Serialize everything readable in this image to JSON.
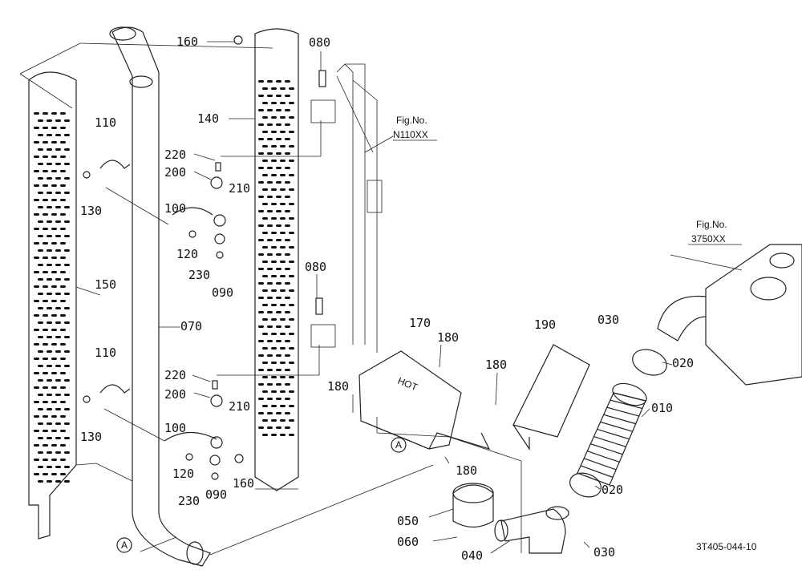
{
  "labels": {
    "p160a": "160",
    "p080a": "080",
    "p110a": "110",
    "p140": "140",
    "p220a": "220",
    "p200a": "200",
    "p210a": "210",
    "p130a": "130",
    "p100a": "100",
    "p120a": "120",
    "p230a": "230",
    "p090a": "090",
    "p150": "150",
    "p070": "070",
    "p080b": "080",
    "p170": "170",
    "p180a": "180",
    "p180b": "180",
    "p180c": "180",
    "p180d": "180",
    "p190": "190",
    "p030a": "030",
    "p020a": "020",
    "p010": "010",
    "p020b": "020",
    "p030b": "030",
    "p110b": "110",
    "p220b": "220",
    "p200b": "200",
    "p210b": "210",
    "p130b": "130",
    "p100b": "100",
    "p120b": "120",
    "p230b": "230",
    "p090b": "090",
    "p160b": "160",
    "p050": "050",
    "p060": "060",
    "p040": "040"
  },
  "refs": {
    "fig1_title": "Fig.No.",
    "fig1_num": "N110XX",
    "fig2_title": "Fig.No.",
    "fig2_num": "3750XX",
    "markA1": "A",
    "markA2": "A",
    "drawing_code": "3T405-044-10",
    "hot_mark": "HOT"
  }
}
